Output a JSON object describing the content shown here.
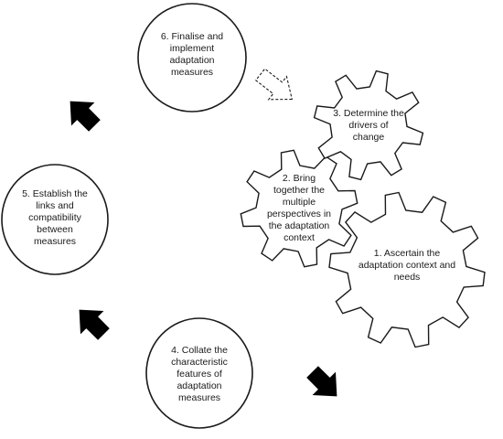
{
  "colors": {
    "stroke": "#1a1a1a",
    "fill": "#ffffff",
    "arrow": "#000000",
    "faint_text": "#d6e4f0"
  },
  "steps": [
    {
      "id": "s1",
      "lines": [
        "1. Ascertain the",
        "adaptation context  and",
        "needs"
      ]
    },
    {
      "id": "s2",
      "lines": [
        "2. Bring",
        "together the",
        "multiple",
        "perspectives in",
        "the adaptation",
        "context"
      ]
    },
    {
      "id": "s3",
      "lines": [
        "3. Determine the",
        "drivers of",
        "change"
      ]
    },
    {
      "id": "s4",
      "lines": [
        "4. Collate the",
        "characteristic",
        "features of",
        "adaptation",
        "measures"
      ]
    },
    {
      "id": "s5",
      "lines": [
        "5. Establish the",
        "links and",
        "compatibility",
        "between",
        "measures"
      ]
    },
    {
      "id": "s6",
      "lines": [
        "6. Finalise and",
        "implement",
        "adaptation",
        "measures"
      ]
    }
  ],
  "arrows": [
    {
      "id": "arrow-6-to-3",
      "style": "dashed-outline",
      "direction": "down-right"
    },
    {
      "id": "arrow-4-to-1",
      "style": "solid",
      "direction": "down-right"
    },
    {
      "id": "arrow-5-to-4",
      "style": "solid",
      "direction": "up-left"
    },
    {
      "id": "arrow-6-to-5",
      "style": "solid",
      "direction": "up-left"
    }
  ]
}
